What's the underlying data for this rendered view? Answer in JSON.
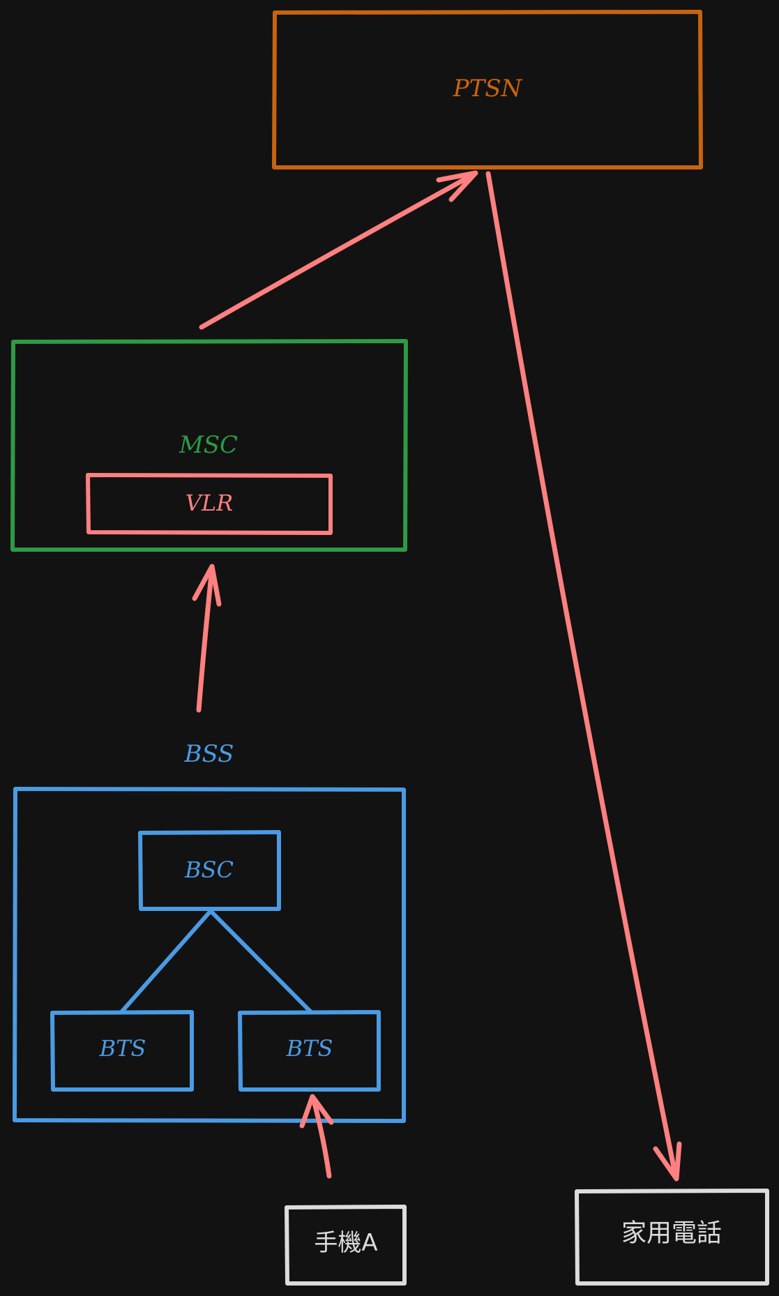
{
  "colors": {
    "background": "#121212",
    "ptsn": "#c8640f",
    "msc": "#2f9a44",
    "vlr": "#ff8080",
    "bss": "#4a9be3",
    "arrow": "#ff8080",
    "device": "#dcdcdc"
  },
  "nodes": {
    "ptsn": {
      "label": "PTSN"
    },
    "msc": {
      "label": "MSC"
    },
    "vlr": {
      "label": "VLR"
    },
    "bss": {
      "label": "BSS"
    },
    "bsc": {
      "label": "BSC"
    },
    "bts_left": {
      "label": "BTS"
    },
    "bts_right": {
      "label": "BTS"
    },
    "phone_a": {
      "label": "手機A"
    },
    "home_phone": {
      "label": "家用電話"
    }
  },
  "edges": [
    {
      "from": "bsc",
      "to": "bts_left",
      "style": "line"
    },
    {
      "from": "bsc",
      "to": "bts_right",
      "style": "line"
    },
    {
      "from": "phone_a",
      "to": "bts_right",
      "style": "arrow"
    },
    {
      "from": "bss",
      "to": "msc",
      "style": "arrow"
    },
    {
      "from": "msc",
      "to": "ptsn",
      "style": "arrow"
    },
    {
      "from": "ptsn",
      "to": "home_phone",
      "style": "arrow"
    }
  ]
}
